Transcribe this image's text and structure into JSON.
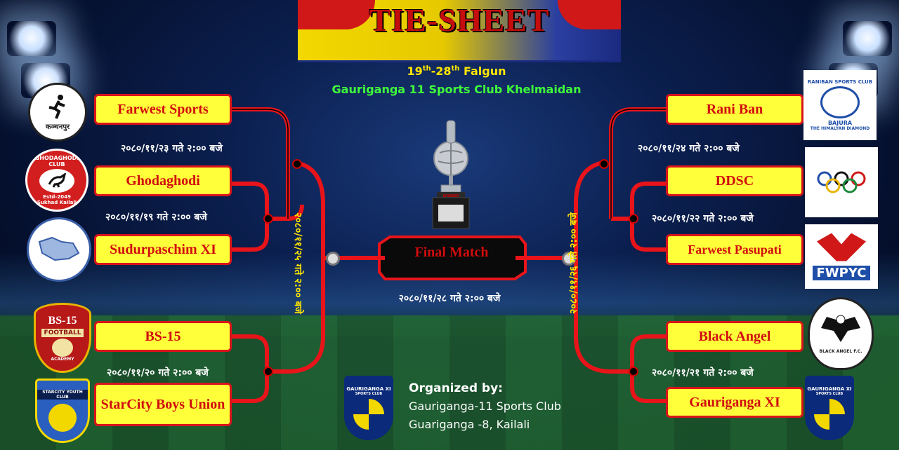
{
  "title": "TIE-SHEET",
  "dates": {
    "start_num": "19",
    "start_sup": "th",
    "end_num": "28",
    "end_sup": "th",
    "month": "Falgun"
  },
  "venue": "Gauriganga 11 Sports Club Khelmaidan",
  "left_bracket": {
    "teams": [
      "Farwest Sports",
      "Ghodaghodi",
      "Sudurpaschim XI",
      "BS-15",
      "StarCity Boys Union"
    ],
    "match_dates": [
      "२०८०/११/२३ गते २:०० बजे",
      "२०८०/११/१९ गते २:०० बजे",
      "२०८०/११/२० गते २:०० बजे"
    ],
    "semi_date": "२०८०/११/२५ गते २:०० बजे"
  },
  "right_bracket": {
    "teams": [
      "Rani Ban",
      "DDSC",
      "Farwest Pasupati",
      "Black Angel",
      "Gauriganga XI"
    ],
    "match_dates": [
      "२०८०/११/२४ गते २:०० बजे",
      "२०८०/११/२२ गते २:०० बजे",
      "२०८०/११/२१ गते २:०० बजे"
    ],
    "semi_date": "२०८०/११/२६ गते २:०० बजे"
  },
  "final": {
    "label": "Final Match",
    "date": "२०८०/११/२८ गते २:०० बजे"
  },
  "trophy": {
    "plate": "WINNER"
  },
  "organizer": {
    "heading": "Organized by:",
    "line1": "Gauriganga-11 Sports Club",
    "line2": "Guariganga -8, Kailali"
  },
  "logos": {
    "farwest_sports": "कञ्चनपुर",
    "ghodaghodi": "GHODAGHODI CLUB",
    "ghodaghodi_est": "Estd-2049",
    "ghodaghodi_place": "Sukhad Kailali",
    "bs15": "BS-15",
    "bs15_sub": "FOOTBALL",
    "bs15_academy": "ACADEMY",
    "starcity": "STARCITY YOUTH CLUB",
    "raniban": "RANIBAN SPORTS CLUB",
    "raniban_place": "BAJURA",
    "raniban_motto": "THE HIMALYAN DIAMOND",
    "fwpyc": "FWPYC",
    "black_angel": "BLACK ANGEL F.C.",
    "gauriganga": "GAURIGANGA XI",
    "gauriganga_sub": "SPORTS CLUB"
  },
  "colors": {
    "banner_yellow": "#f3d800",
    "team_box": "#ffff3a",
    "team_text": "#d10d0d",
    "date_yellow": "#ffe600",
    "venue_green": "#40ff3a"
  }
}
